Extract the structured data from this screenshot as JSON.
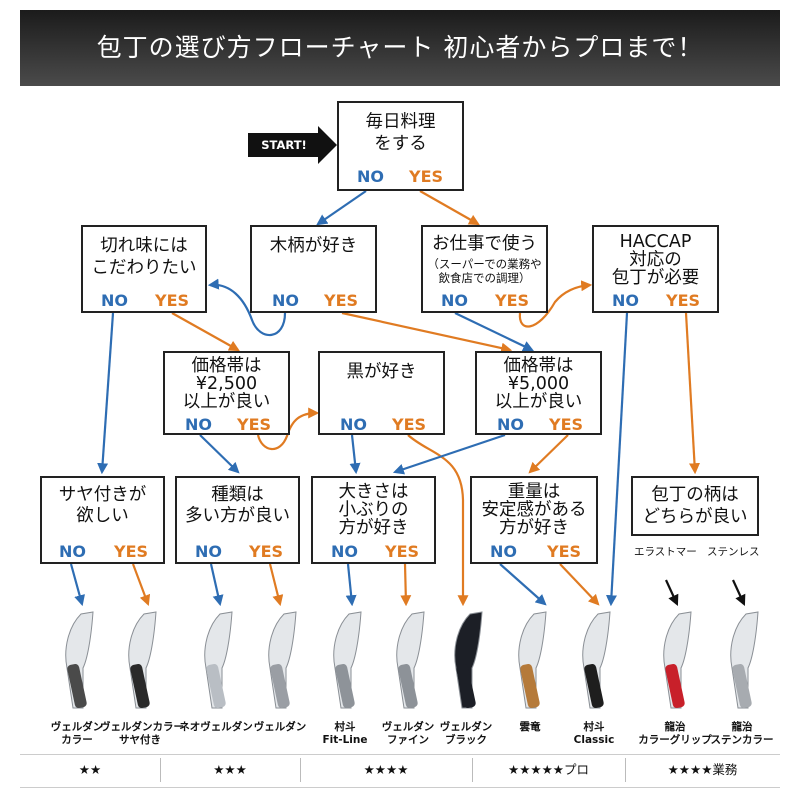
{
  "title": "包丁の選び方フローチャート 初心者からプロまで！",
  "start_label": "START!",
  "no": "NO",
  "yes": "YES",
  "nodes": {
    "daily": {
      "line1": "毎日料理",
      "line2": "をする"
    },
    "sharpness": {
      "line1": "切れ味には",
      "line2": "こだわりたい"
    },
    "wood": {
      "line1": "木柄が好き"
    },
    "work": {
      "line1": "お仕事で使う",
      "sub1": "（スーパーでの業務や",
      "sub2": "飲食店での調理）"
    },
    "haccp": {
      "line1": "HACCAP",
      "line2": "対応の",
      "line3": "包丁が必要"
    },
    "price2500": {
      "line1": "価格帯は",
      "line2": "¥2,500",
      "line3": "以上が良い"
    },
    "black": {
      "line1": "黒が好き"
    },
    "price5000": {
      "line1": "価格帯は",
      "line2": "¥5,000",
      "line3": "以上が良い"
    },
    "sheath": {
      "line1": "サヤ付きが",
      "line2": "欲しい"
    },
    "variety": {
      "line1": "種類は",
      "line2": "多い方が良い"
    },
    "size": {
      "line1": "大きさは",
      "line2": "小ぶりの",
      "line3": "方が好き"
    },
    "weight": {
      "line1": "重量は",
      "line2": "安定感がある",
      "line3": "方が好き"
    },
    "handle": {
      "line1": "包丁の柄は",
      "line2": "どちらが良い",
      "opt_a": "エラストマー",
      "opt_b": "ステンレス"
    }
  },
  "knives": [
    {
      "line1": "ヴェルダン",
      "line2": "カラー",
      "color": "#4a4a4a"
    },
    {
      "line1": "ヴェルダンカラー",
      "line2": "サヤ付き",
      "color": "#2a2a2a"
    },
    {
      "line1": "ネオヴェルダン",
      "line2": "",
      "color": "#b9bec4"
    },
    {
      "line1": "ヴェルダン",
      "line2": "",
      "color": "#9a9ea4"
    },
    {
      "line1": "村斗",
      "line2": "Fit-Line",
      "color": "#8e9399"
    },
    {
      "line1": "ヴェルダン",
      "line2": "ファイン",
      "color": "#8d9298"
    },
    {
      "line1": "ヴェルダン",
      "line2": "ブラック",
      "color": "#1c1f26"
    },
    {
      "line1": "雲竜",
      "line2": "",
      "color": "#b57a3a"
    },
    {
      "line1": "村斗",
      "line2": "Classic",
      "color": "#1e1e1e"
    },
    {
      "line1": "龍治",
      "line2": "カラーグリップ",
      "color": "#c8202a"
    },
    {
      "line1": "龍治",
      "line2": "ステンカラー",
      "color": "#a7abb0"
    }
  ],
  "ratings": [
    "★★",
    "★★★",
    "★★★★",
    "★★★★★プロ",
    "★★★★業務"
  ],
  "colors": {
    "no": "#2e6db3",
    "yes": "#e07b22",
    "neutral": "#111111"
  }
}
